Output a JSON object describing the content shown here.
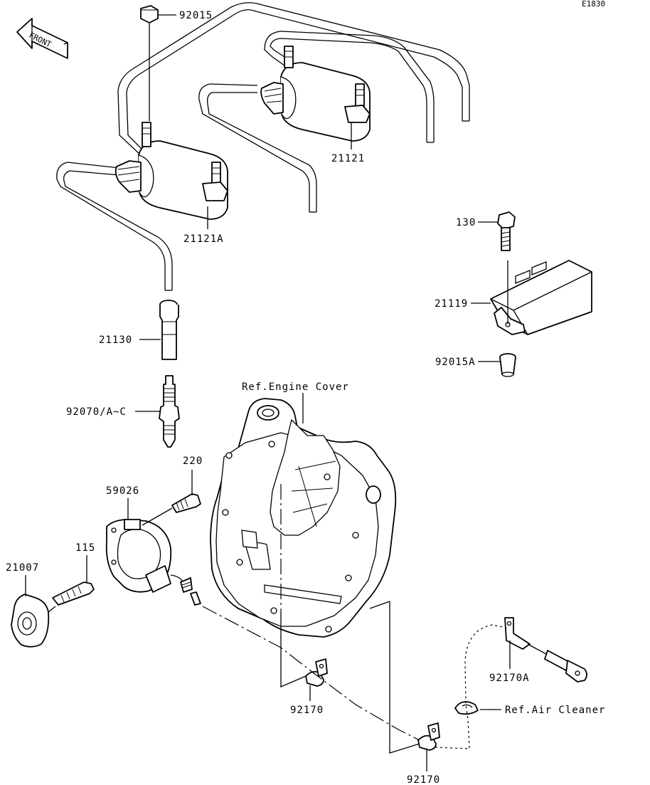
{
  "diagram_code": "E1830",
  "front_marker": "FRONT",
  "references": {
    "engine_cover": "Ref.Engine Cover",
    "air_cleaner": "Ref.Air Cleaner"
  },
  "parts": [
    {
      "id": "p92015",
      "label": "92015"
    },
    {
      "id": "p21121",
      "label": "21121"
    },
    {
      "id": "p21121A",
      "label": "21121A"
    },
    {
      "id": "p130",
      "label": "130"
    },
    {
      "id": "p21119",
      "label": "21119"
    },
    {
      "id": "p92015A",
      "label": "92015A"
    },
    {
      "id": "p21130",
      "label": "21130"
    },
    {
      "id": "p92070",
      "label": "92070/A~C"
    },
    {
      "id": "p220",
      "label": "220"
    },
    {
      "id": "p59026",
      "label": "59026"
    },
    {
      "id": "p115",
      "label": "115"
    },
    {
      "id": "p21007",
      "label": "21007"
    },
    {
      "id": "p92170A",
      "label": "92170A"
    },
    {
      "id": "p92170a",
      "label": "92170"
    },
    {
      "id": "p92170b",
      "label": "92170"
    }
  ]
}
